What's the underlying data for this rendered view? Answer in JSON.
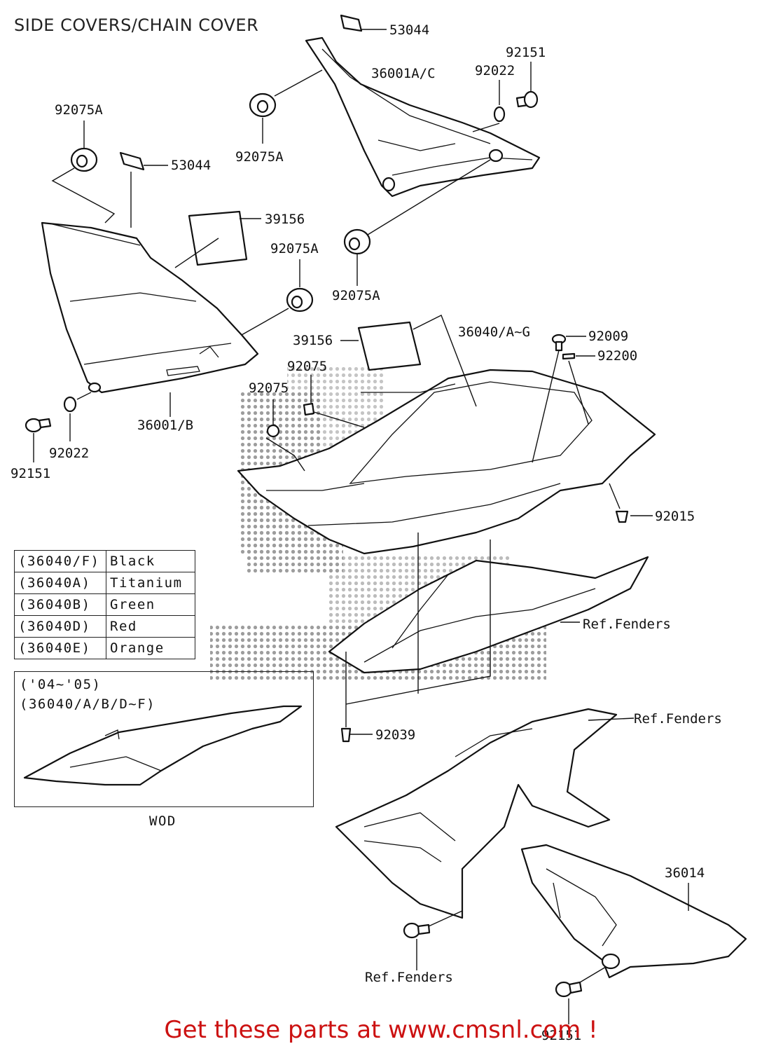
{
  "title": "SIDE COVERS/CHAIN COVER",
  "callouts": {
    "c53044_top": "53044",
    "c36001ac": "36001A/C",
    "c92151_top": "92151",
    "c92022_top": "92022",
    "c92075a_topleft": "92075A",
    "c92075a_mid": "92075A",
    "c53044_left": "53044",
    "c39156_top": "39156",
    "c92075a_right": "92075A",
    "c92075a_lowmid": "92075A",
    "c36040": "36040/A~G",
    "c92009": "92009",
    "c39156_mid": "39156",
    "c92200": "92200",
    "c92075_a": "92075",
    "c92075_b": "92075",
    "c36001b": "36001/B",
    "c92022_left": "92022",
    "c92151_left": "92151",
    "c92015": "92015",
    "c_ref_fenders_1": "Ref.Fenders",
    "c_ref_fenders_2": "Ref.Fenders",
    "c92039": "92039",
    "c36014": "36014",
    "c_ref_fenders_3": "Ref.Fenders",
    "c921xx_bottom": "92151"
  },
  "color_table": [
    {
      "code": "(36040/F)",
      "color": "Black"
    },
    {
      "code": "(36040A)",
      "color": "Titanium"
    },
    {
      "code": "(36040B)",
      "color": "Green"
    },
    {
      "code": "(36040D)",
      "color": "Red"
    },
    {
      "code": "(36040E)",
      "color": "Orange"
    }
  ],
  "variant": {
    "years": "('04~'05)",
    "codes": "(36040/A/B/D~F)",
    "caption": "WOD"
  },
  "footer": "Get these parts at www.cmsnl.com !",
  "colors": {
    "footer": "#cc1111",
    "lines": "#111111",
    "watermark": "#9a9a9a"
  }
}
